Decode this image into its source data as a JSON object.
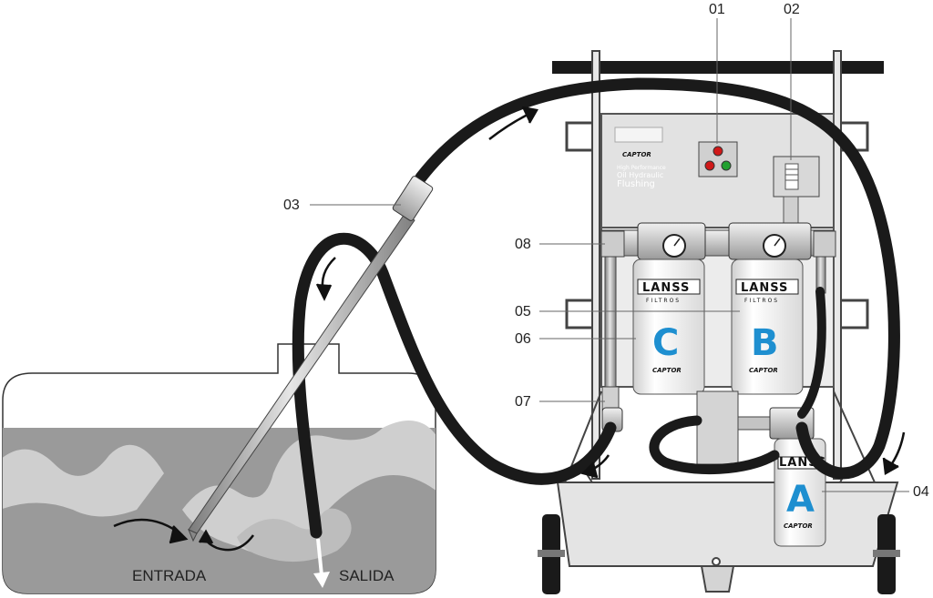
{
  "callouts": {
    "c01": "01",
    "c02": "02",
    "c03": "03",
    "c04": "04",
    "c05": "05",
    "c06": "06",
    "c07": "07",
    "c08": "08"
  },
  "flow_labels": {
    "inlet": "ENTRADA",
    "outlet": "SALIDA"
  },
  "filters": {
    "a": "A",
    "b": "B",
    "c": "C"
  },
  "branding": {
    "filter_brand": "LANSS",
    "filter_brand_sub": "FILTROS",
    "captor": "CAPTOR",
    "panel_line1": "High Performance",
    "panel_line2": "Oil Hydraulic",
    "panel_line3": "Flushing"
  },
  "colors": {
    "hose": "#1a1a1a",
    "frame": "#555555",
    "panel": "#e2e2e2",
    "oil_dark": "#9a9a9a",
    "oil_light": "#cfcfcf",
    "accent_blue": "#1e8fd0",
    "indicator_red": "#d01818",
    "indicator_green": "#22a030"
  }
}
